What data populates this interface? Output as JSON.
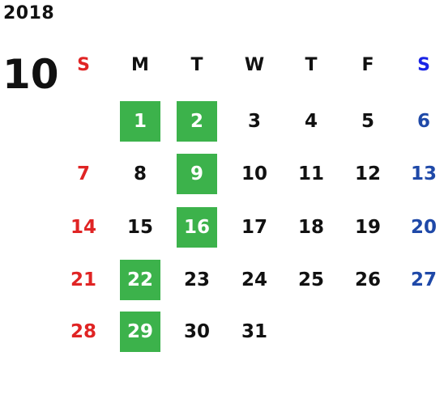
{
  "calendar": {
    "year": "2018",
    "month": "10",
    "weekdays": [
      "S",
      "M",
      "T",
      "W",
      "T",
      "F",
      "S"
    ],
    "colors": {
      "sunday": "#e02424",
      "saturday": "#1f49a8",
      "saturday_header": "#1a24e6",
      "weekday": "#111111",
      "highlight_bg": "#3cb24b",
      "highlight_text": "#ffffff"
    },
    "start_weekday_index": 1,
    "days_in_month": 31,
    "highlighted_days": [
      1,
      2,
      9,
      16,
      22,
      29
    ]
  }
}
